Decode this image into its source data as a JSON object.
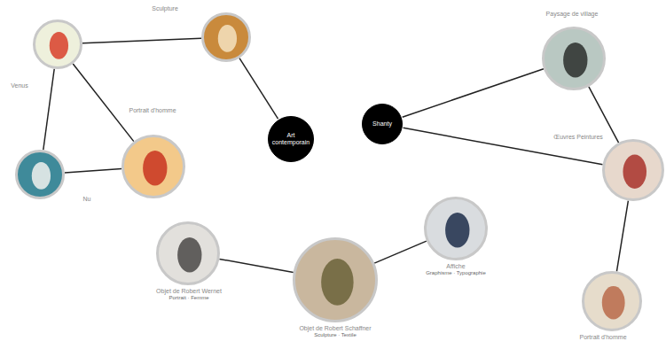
{
  "diagram": {
    "nodes": [
      {
        "text": [
          "Venus"
        ]
      },
      {
        "text": [
          "Sculpture"
        ]
      },
      {
        "text": [
          "Portrait d'homme"
        ]
      },
      {
        "text": [
          "Nu"
        ]
      },
      {
        "text": [
          "Art contemporain"
        ]
      },
      {
        "text": [
          "Shanty"
        ]
      },
      {
        "text": [
          "Paysage de village"
        ]
      },
      {
        "text": [
          "Œuvres Peintures"
        ]
      },
      {
        "text": [
          "Portrait d'homme"
        ]
      },
      {
        "text": [
          "Objet de Robert Wernet",
          "Portrait · Femme"
        ]
      },
      {
        "text": [
          "Objet de Robert Schaffner",
          "Sculpture · Textile"
        ]
      },
      {
        "text": [
          "Affiche",
          "Graphisme · Typographie"
        ]
      }
    ],
    "edges": [
      {
        "from": 0,
        "to": 1,
        "arrow": "none"
      },
      {
        "from": 0,
        "to": 2,
        "arrow": "none"
      },
      {
        "from": 0,
        "to": 3,
        "arrow": "none"
      },
      {
        "from": 3,
        "to": 2,
        "arrow": "none"
      },
      {
        "from": 1,
        "to": 4,
        "arrow": "none"
      },
      {
        "from": 5,
        "to": 6,
        "arrow": "none"
      },
      {
        "from": 5,
        "to": 7,
        "arrow": "none"
      },
      {
        "from": 6,
        "to": 7,
        "arrow": "none"
      },
      {
        "from": 7,
        "to": 8,
        "arrow": "none"
      },
      {
        "from": 9,
        "to": 10,
        "arrow": "none"
      },
      {
        "from": 10,
        "to": 11,
        "arrow": "none"
      }
    ]
  }
}
